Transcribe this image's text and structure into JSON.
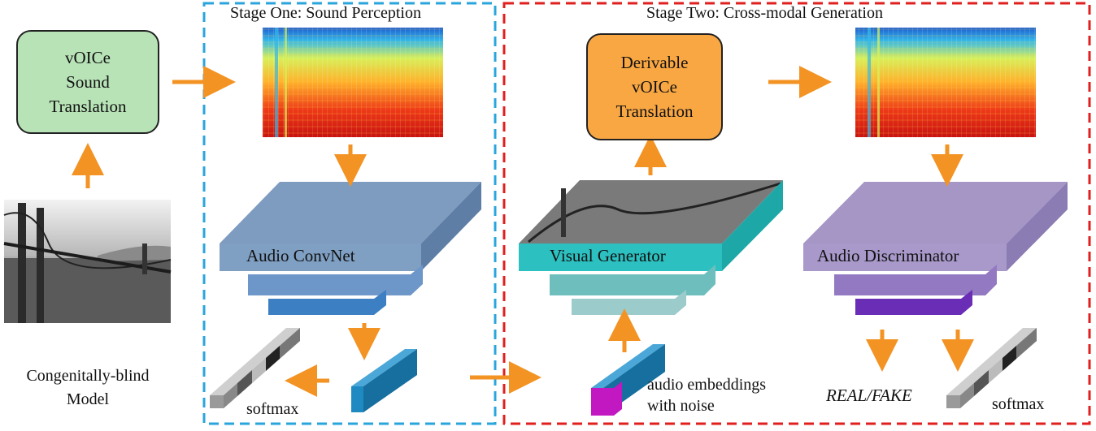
{
  "stage_one": {
    "title": "Stage One: Sound Perception"
  },
  "stage_two": {
    "title": "Stage Two: Cross-modal Generation"
  },
  "voice_box": {
    "lines": [
      "vOICe",
      "Sound",
      "Translation"
    ],
    "color": "#b8e3b7"
  },
  "derivable_box": {
    "lines": [
      "Derivable",
      "vOICe",
      "Translation"
    ],
    "color": "#f9a743"
  },
  "left_caption": {
    "lines": [
      "Congenitally-blind",
      "Model"
    ]
  },
  "audio_convnet": {
    "label": "Audio ConvNet",
    "color": "#7c9cbf"
  },
  "visual_generator": {
    "label": "Visual Generator",
    "color": "#29b8b8"
  },
  "audio_discriminator": {
    "label": "Audio Discriminator",
    "color": "#a596c6"
  },
  "softmax_left": {
    "label": "softmax"
  },
  "softmax_right": {
    "label": "softmax"
  },
  "noise_caption": {
    "lines": [
      "audio embeddings",
      "with noise"
    ]
  },
  "real_fake": {
    "label": "REAL/FAKE"
  },
  "colors": {
    "arrow": "#f39323",
    "stage_one_border": "#2aa5dc",
    "stage_two_border": "#e0201f",
    "embedding": "#1f8ac2",
    "noise": "#c218c2"
  }
}
